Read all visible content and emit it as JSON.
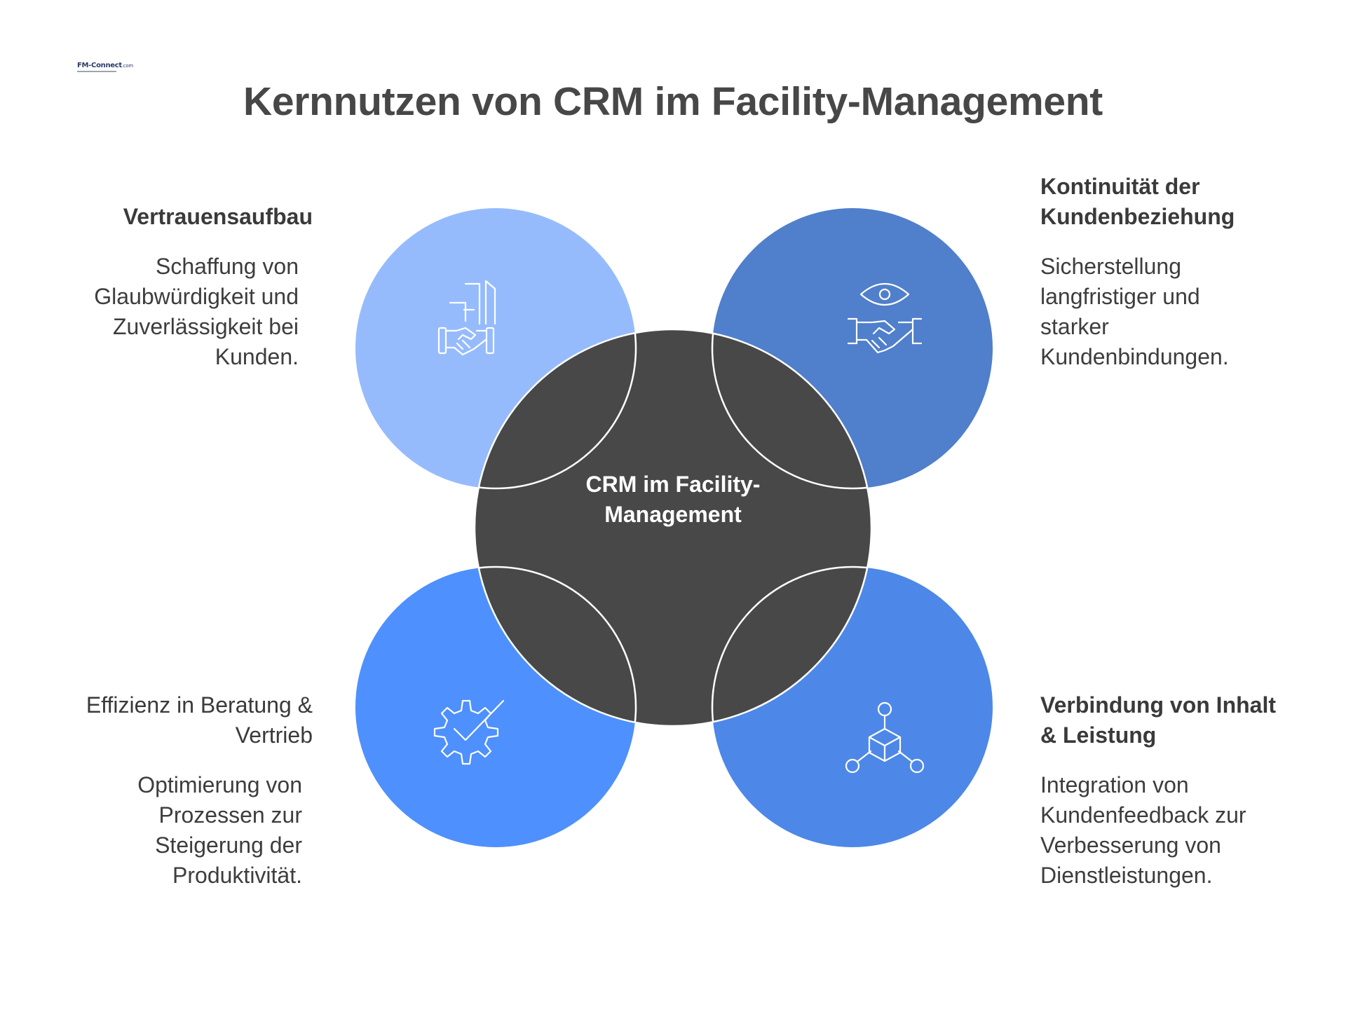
{
  "logo": {
    "text": "FM-Connect",
    "domain": ".com"
  },
  "title": "Kernnutzen von CRM im Facility-Management",
  "center": {
    "label": "CRM im Facility-\nManagement",
    "color": "#484848"
  },
  "quadrants": {
    "top_left": {
      "heading": "Vertrauensaufbau",
      "text": "Schaffung von\nGlaubwürdigkeit und\nZuverlässigkeit bei\nKunden.",
      "color": "#96bbfd",
      "icon": "handshake-icon"
    },
    "top_right": {
      "heading": "Kontinuität der\nKundenbeziehung",
      "text": "Sicherstellung\nlangfristiger und\nstarker\nKundenbindungen.",
      "color": "#507fcb",
      "icon": "eye-handshake-icon"
    },
    "bottom_left": {
      "heading": "Effizienz in Beratung &\nVertrieb",
      "text": "Optimierung von\nProzessen zur\nSteigerung der\nProduktivität.",
      "color": "#4e90fd",
      "icon": "gear-check-icon"
    },
    "bottom_right": {
      "heading": "Verbindung von Inhalt\n& Leistung",
      "text": "Integration von\nKundenfeedback zur\nVerbesserung von\nDienstleistungen.",
      "color": "#4d88e8",
      "icon": "cube-network-icon"
    }
  }
}
